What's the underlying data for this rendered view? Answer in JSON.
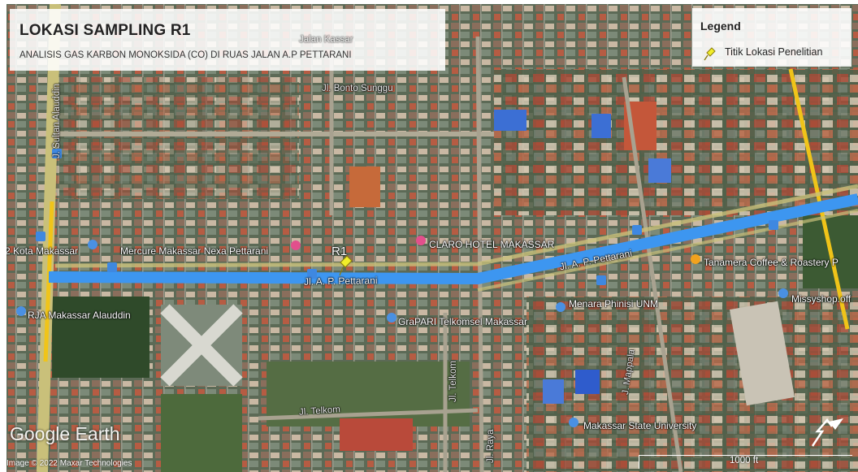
{
  "title": "LOKASI SAMPLING R1",
  "subtitle": "ANALISIS GAS KARBON MONOKSIDA (CO) DI RUAS JALAN A.P PETTARANI",
  "legend": {
    "title": "Legend",
    "items": [
      {
        "label": "Titik Lokasi Penelitian",
        "icon": "yellow-pushpin-icon",
        "color": "#f2ee2a"
      }
    ]
  },
  "marker": {
    "label": "R1"
  },
  "map_labels": {
    "bonto_sunggu": "Jl. Bonto Sunggu",
    "sultan_alauddin": "J. Sultan Alauddin",
    "kota_makassar": "2 Kota Makassar",
    "mercure": "Mercure Makassar Nexa Pettarani",
    "claro": "CLARO HOTEL MAKASSAR",
    "ap_pettarani_main": "Jl. A. P. Pettarani",
    "ap_pettarani_right": "Jl. A. P. Pettarani",
    "tanamera": "Tanamera Coffee & Roastery P",
    "missyshop": "Missyshop.off",
    "menara_phinisi": "Menara Phinisi UNM",
    "rja": "RJA Makassar Alauddin",
    "grapari": "GraPARI Telkomsel Makassar",
    "telkom_street": "Jl. Telkom",
    "telkom_vertical": "Jl. Telkom",
    "raya": "Jl. Raya",
    "mappala": "J. Mappala",
    "makassar_state_univ": "Makassar State University",
    "top_blur": "Jalan Kassar"
  },
  "branding": {
    "logo": "Google Earth",
    "credit": "Image © 2022 Maxar Technologies"
  },
  "scale": {
    "label": "1000 ft"
  },
  "colors": {
    "road_highlight": "#3d96f0",
    "cross_road": "#f0c419",
    "marker": "#f2ee2a"
  }
}
